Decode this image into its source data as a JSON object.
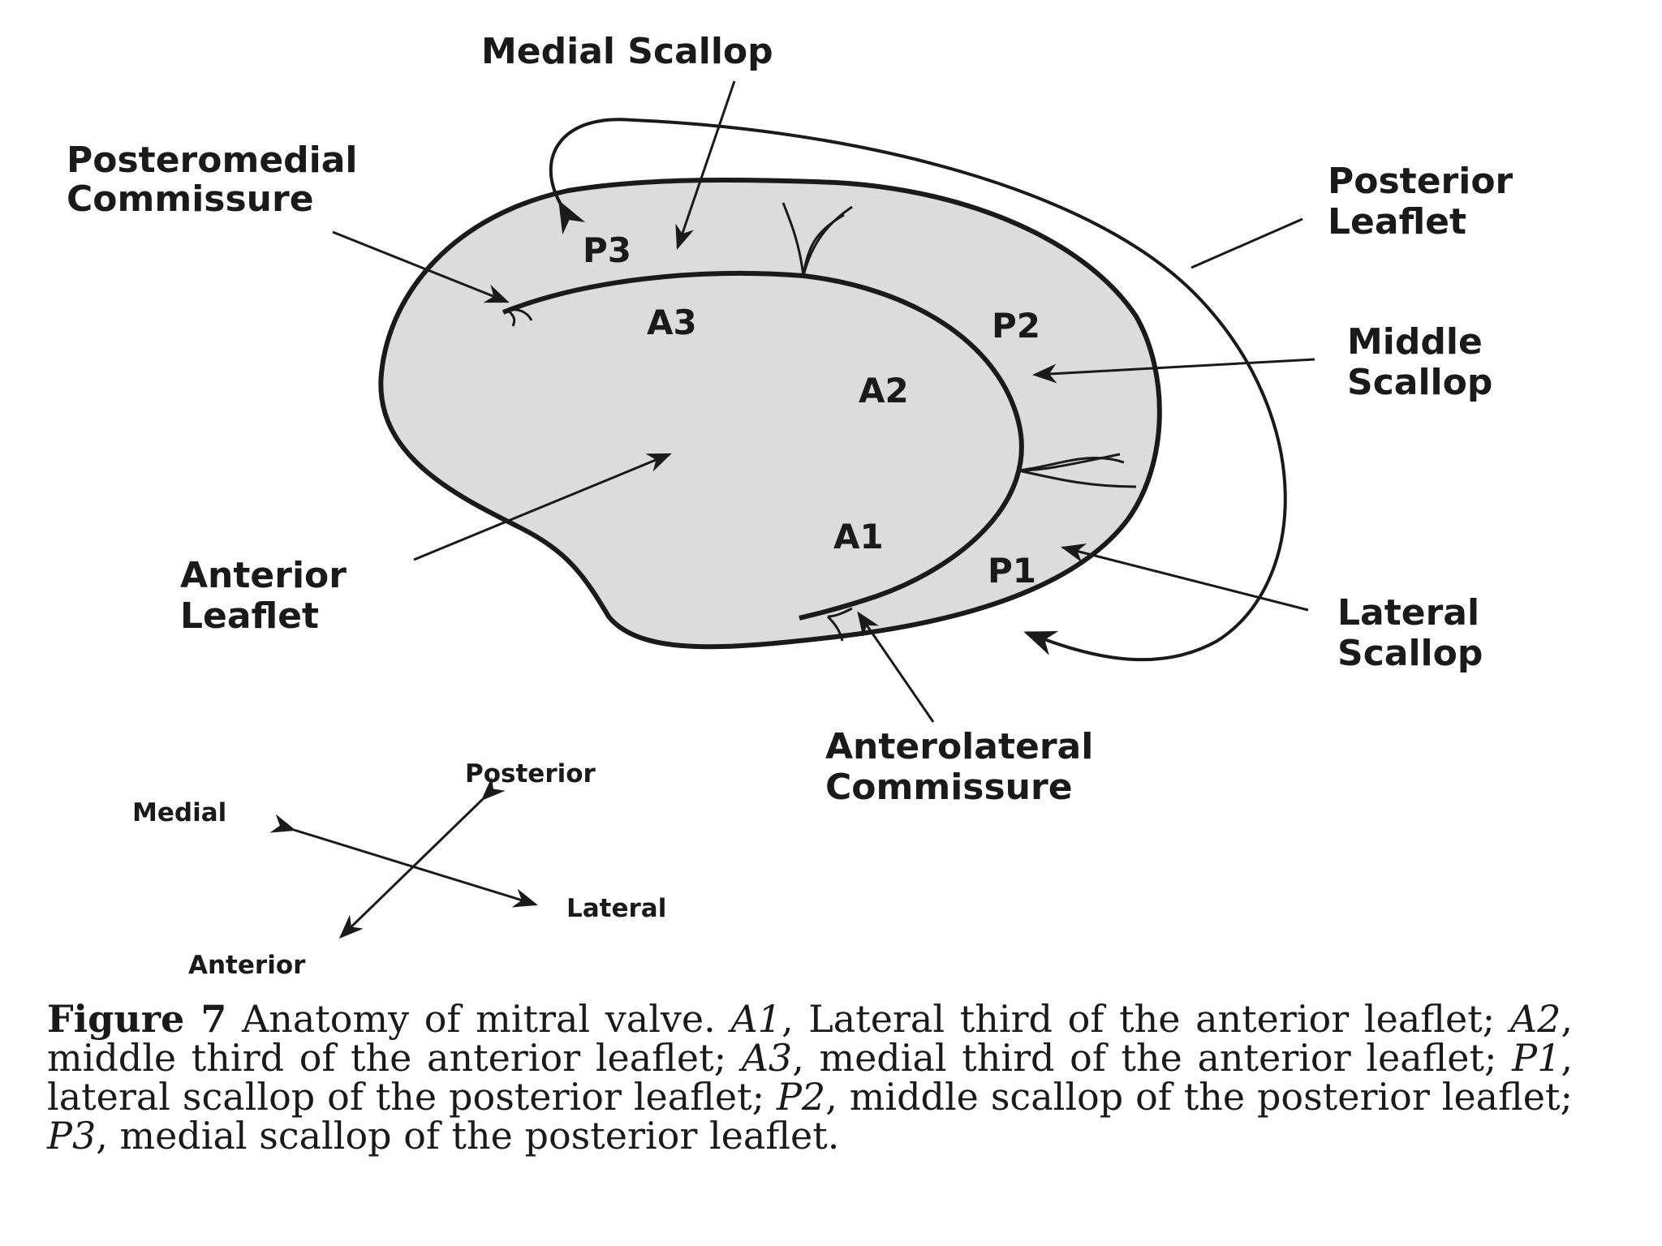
{
  "labels": {
    "medial_scallop": "Medial Scallop",
    "posteromedial_commissure_1": "Posteromedial",
    "posteromedial_commissure_2": "Commissure",
    "posterior_leaflet_1": "Posterior",
    "posterior_leaflet_2": "Leaflet",
    "middle_scallop_1": "Middle",
    "middle_scallop_2": "Scallop",
    "anterior_leaflet_1": "Anterior",
    "anterior_leaflet_2": "Leaflet",
    "lateral_scallop_1": "Lateral",
    "lateral_scallop_2": "Scallop",
    "anterolateral_commissure_1": "Anterolateral",
    "anterolateral_commissure_2": "Commissure"
  },
  "segments": {
    "p3": "P3",
    "a3": "A3",
    "p2": "P2",
    "a2": "A2",
    "a1": "A1",
    "p1": "P1"
  },
  "compass": {
    "posterior": "Posterior",
    "medial": "Medial",
    "lateral": "Lateral",
    "anterior": "Anterior"
  },
  "caption": {
    "figure_label": "Figure 7",
    "text_1": " Anatomy of mitral valve. ",
    "a1": "A1",
    "text_2": ", Lateral third of the anterior leaflet; ",
    "a2": "A2",
    "text_3": ", middle third of the anterior leaflet; ",
    "a3": "A3",
    "text_4": ", medial third of the anterior leaflet; ",
    "p1": "P1",
    "text_5": ", lateral scallop of the posterior leaflet; ",
    "p2": "P2",
    "text_6": ", middle scallop of the posterior leaflet; ",
    "p3": "P3",
    "text_7": ", medial scallop of the posterior leaflet."
  },
  "colors": {
    "valve_fill": "#dcdcdc",
    "line": "#1a1a1a",
    "background": "#ffffff"
  }
}
